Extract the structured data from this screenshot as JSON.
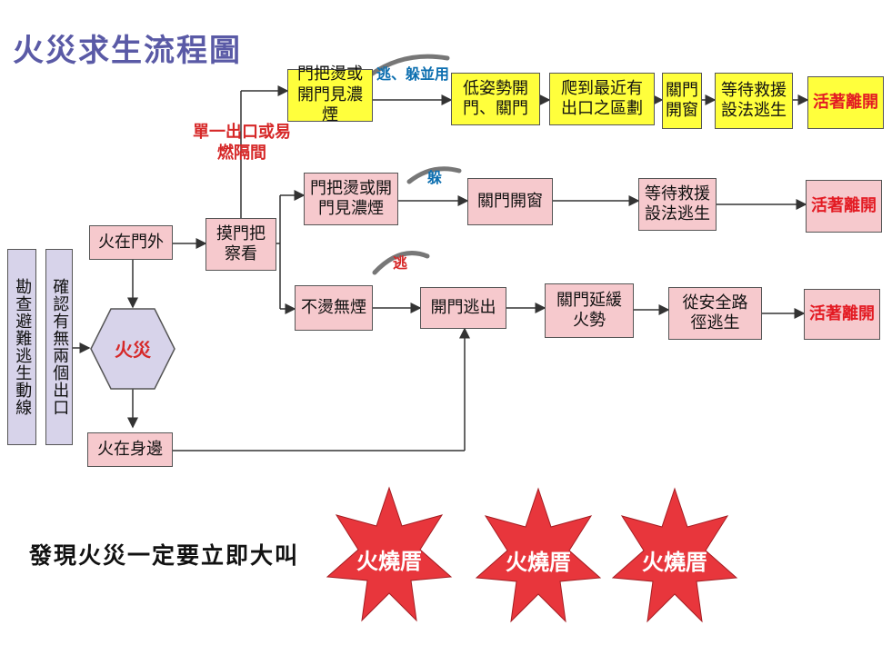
{
  "title": "火災求生流程圖",
  "left_column": {
    "survey": "勘查避難逃生動線",
    "confirm": "確認有無兩個出口"
  },
  "fire": "火災",
  "fire_outside": "火在門外",
  "fire_nearby": "火在身邊",
  "touch_door": "摸門把察看",
  "single_exit_label": "單一出口或易燃隔間",
  "row1": {
    "door_hot": "門把燙或開門見濃煙",
    "tag": "逃、躲並用",
    "low_posture": "低姿勢開門、關門",
    "crawl": "爬到最近有出口之區劃",
    "close_open": "關門開窗",
    "wait": "等待救援設法逃生",
    "survive": "活著離開"
  },
  "row2": {
    "door_hot": "門把燙或開門見濃煙",
    "tag": "躲",
    "close_open": "關門開窗",
    "wait": "等待救援設法逃生",
    "survive": "活著離開"
  },
  "row3": {
    "not_hot": "不燙無煙",
    "tag": "逃",
    "escape": "開門逃出",
    "close_delay": "關門延緩火勢",
    "safe_path": "從安全路徑逃生",
    "survive": "活著離開"
  },
  "slogan": "發現火災一定要立即大叫",
  "stars": [
    "火燒厝",
    "火燒厝",
    "火燒厝"
  ],
  "colors": {
    "pink": "#f6c9cd",
    "yellow": "#ffff3c",
    "lavender": "#d7d3ea",
    "star_red": "#e8363c"
  }
}
